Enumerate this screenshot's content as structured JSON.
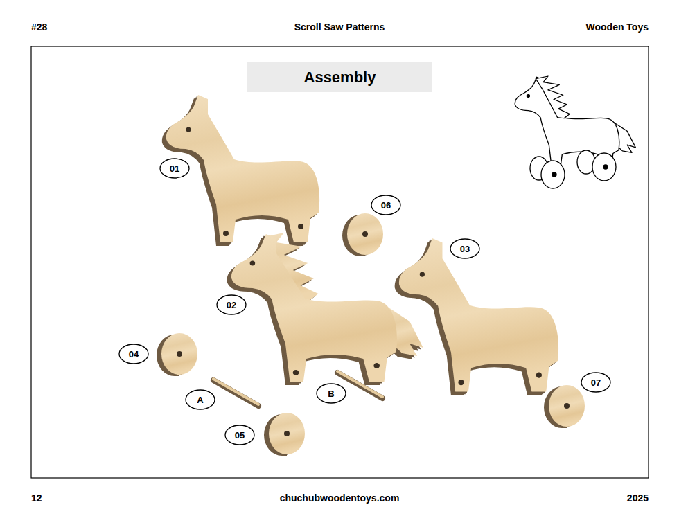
{
  "diagram": {
    "title": "Assembly",
    "nodes": [
      {
        "text": [
          "01"
        ]
      },
      {
        "text": [
          "06"
        ]
      },
      {
        "text": [
          "03"
        ]
      },
      {
        "text": [
          "02"
        ]
      },
      {
        "text": [
          "04"
        ]
      },
      {
        "text": [
          "07"
        ]
      },
      {
        "text": [
          "B"
        ]
      },
      {
        "text": [
          "A"
        ]
      },
      {
        "text": [
          "05"
        ]
      }
    ],
    "labels": [
      "#28",
      "Scroll Saw Patterns",
      "Wooden Toys",
      "12",
      "chuchubwoodentoys.com",
      "2025"
    ]
  }
}
